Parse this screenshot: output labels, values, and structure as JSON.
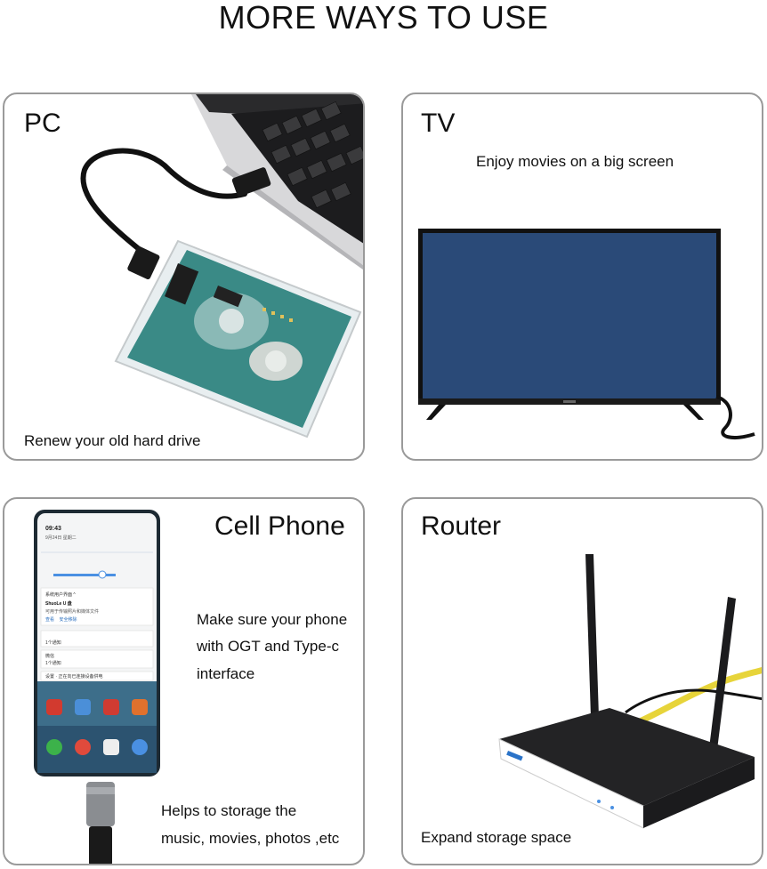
{
  "title": "MORE WAYS TO USE",
  "cards": {
    "pc": {
      "heading": "PC",
      "caption": "Renew your old hard drive"
    },
    "tv": {
      "heading": "TV",
      "caption": "Enjoy movies on a big screen"
    },
    "phone": {
      "heading": "Cell Phone",
      "caption1_lines": [
        "Make sure your phone",
        "with OGT and Type-c",
        "interface"
      ],
      "caption2_lines": [
        "Helps to storage the",
        "music, movies, photos ,etc"
      ],
      "screen": {
        "time": "09:43",
        "date": "9月24日 星期二",
        "notif1_title": "系统用户界面 ^",
        "notif1_app": "ShuoLe U 盘",
        "notif1_body": "可用于传输照片和媒体文件",
        "notif1_actions": "查看    安全移除",
        "notif2": "1个通知",
        "notif3_title": "微信",
        "notif3": "1个通知",
        "notif4": "设置 · 正在向已连接设备供电"
      }
    },
    "router": {
      "heading": "Router",
      "caption": "Expand storage space"
    }
  },
  "colors": {
    "border": "#9a9a9a",
    "tv_screen": "#2a4a78",
    "pcb": "#3a8a86",
    "cable_yellow": "#e7d43a",
    "router_body": "#1b1b1d"
  },
  "icons": [
    "laptop-icon",
    "hard-drive-icon",
    "usb-cable-icon",
    "tv-icon",
    "phone-icon",
    "otg-adapter-icon",
    "router-icon",
    "antenna-icon"
  ]
}
